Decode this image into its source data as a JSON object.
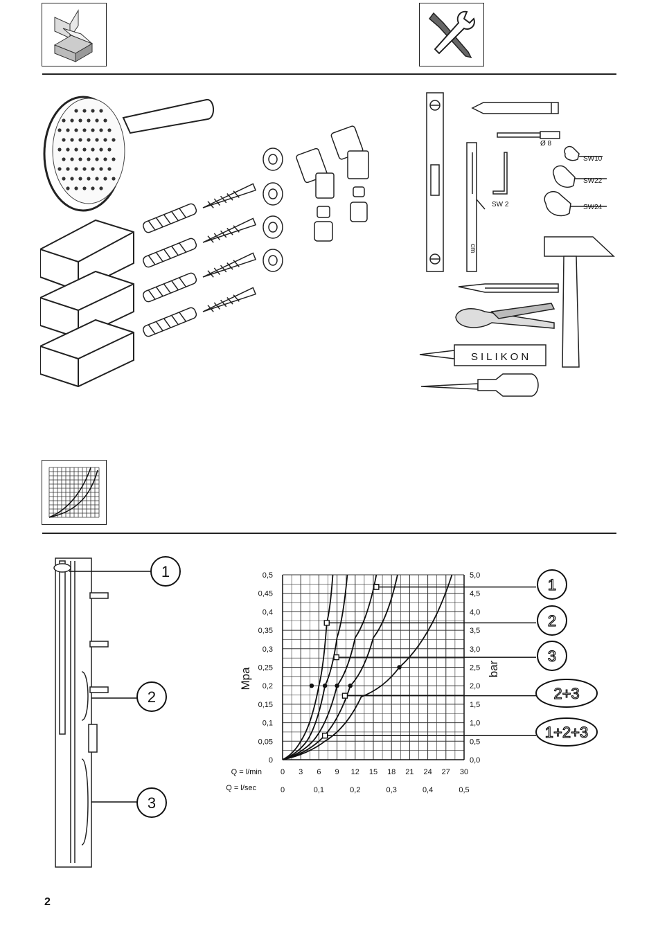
{
  "page_number": "2",
  "tools": {
    "drill_label": "Ø 8",
    "hex_key_label": "SW 2",
    "ruler_unit": "cm",
    "wrenches": [
      "SW10",
      "SW22",
      "SW24"
    ],
    "silicone_label": "SILIKON"
  },
  "callouts_left": [
    "1",
    "2",
    "3"
  ],
  "callouts_right": [
    "1",
    "2",
    "3",
    "2+3",
    "1+2+3"
  ],
  "chart_data": {
    "type": "line",
    "title": "",
    "ylabel_left": "Mpa",
    "ylabel_right": "bar",
    "x_label_lmin": "Q = l/min",
    "x_label_lsec": "Q = l/sec",
    "x_ticks_lmin": [
      "0",
      "3",
      "6",
      "9",
      "12",
      "15",
      "18",
      "21",
      "24",
      "27",
      "30"
    ],
    "x_ticks_lsec": [
      "0",
      "0,1",
      "0,2",
      "0,3",
      "0,4",
      "0,5"
    ],
    "y_ticks_mpa": [
      "0",
      "0,05",
      "0,1",
      "0,15",
      "0,2",
      "0,25",
      "0,3",
      "0,35",
      "0,4",
      "0,45",
      "0,5"
    ],
    "y_ticks_bar": [
      "0,0",
      "0,5",
      "1,0",
      "1,5",
      "2,0",
      "2,5",
      "3,0",
      "3,5",
      "4,0",
      "4,5",
      "5,0"
    ],
    "xlim": [
      0,
      30
    ],
    "ylim": [
      0,
      0.5
    ],
    "grid": true,
    "series": [
      {
        "name": "1",
        "x": [
          0,
          3,
          6,
          7.3,
          8.3
        ],
        "y": [
          0,
          0.05,
          0.2,
          0.37,
          0.5
        ],
        "marker_point": [
          7.3,
          0.37
        ],
        "dot_point": [
          4.8,
          0.2
        ]
      },
      {
        "name": "2",
        "x": [
          0,
          4,
          7,
          9,
          10.7
        ],
        "y": [
          0,
          0.05,
          0.2,
          0.33,
          0.5
        ],
        "marker_point": [
          8.9,
          0.277
        ],
        "dot_point": [
          7.0,
          0.2
        ]
      },
      {
        "name": "3",
        "x": [
          0,
          5,
          9,
          12,
          15.5
        ],
        "y": [
          0,
          0.05,
          0.2,
          0.33,
          0.5
        ],
        "marker_point": [
          15.5,
          0.467
        ],
        "dot_point": [
          9.0,
          0.2
        ]
      },
      {
        "name": "2+3",
        "x": [
          0,
          6,
          11.2,
          15,
          19
        ],
        "y": [
          0,
          0.05,
          0.2,
          0.33,
          0.5
        ],
        "marker_point": [
          10.3,
          0.173
        ],
        "dot_point": [
          11.2,
          0.2
        ]
      },
      {
        "name": "1+2+3",
        "x": [
          0,
          7,
          13,
          19.3,
          28
        ],
        "y": [
          0,
          0.05,
          0.17,
          0.25,
          0.5
        ],
        "marker_point": [
          7.0,
          0.065
        ],
        "dot_point": [
          19.3,
          0.25
        ]
      }
    ]
  }
}
